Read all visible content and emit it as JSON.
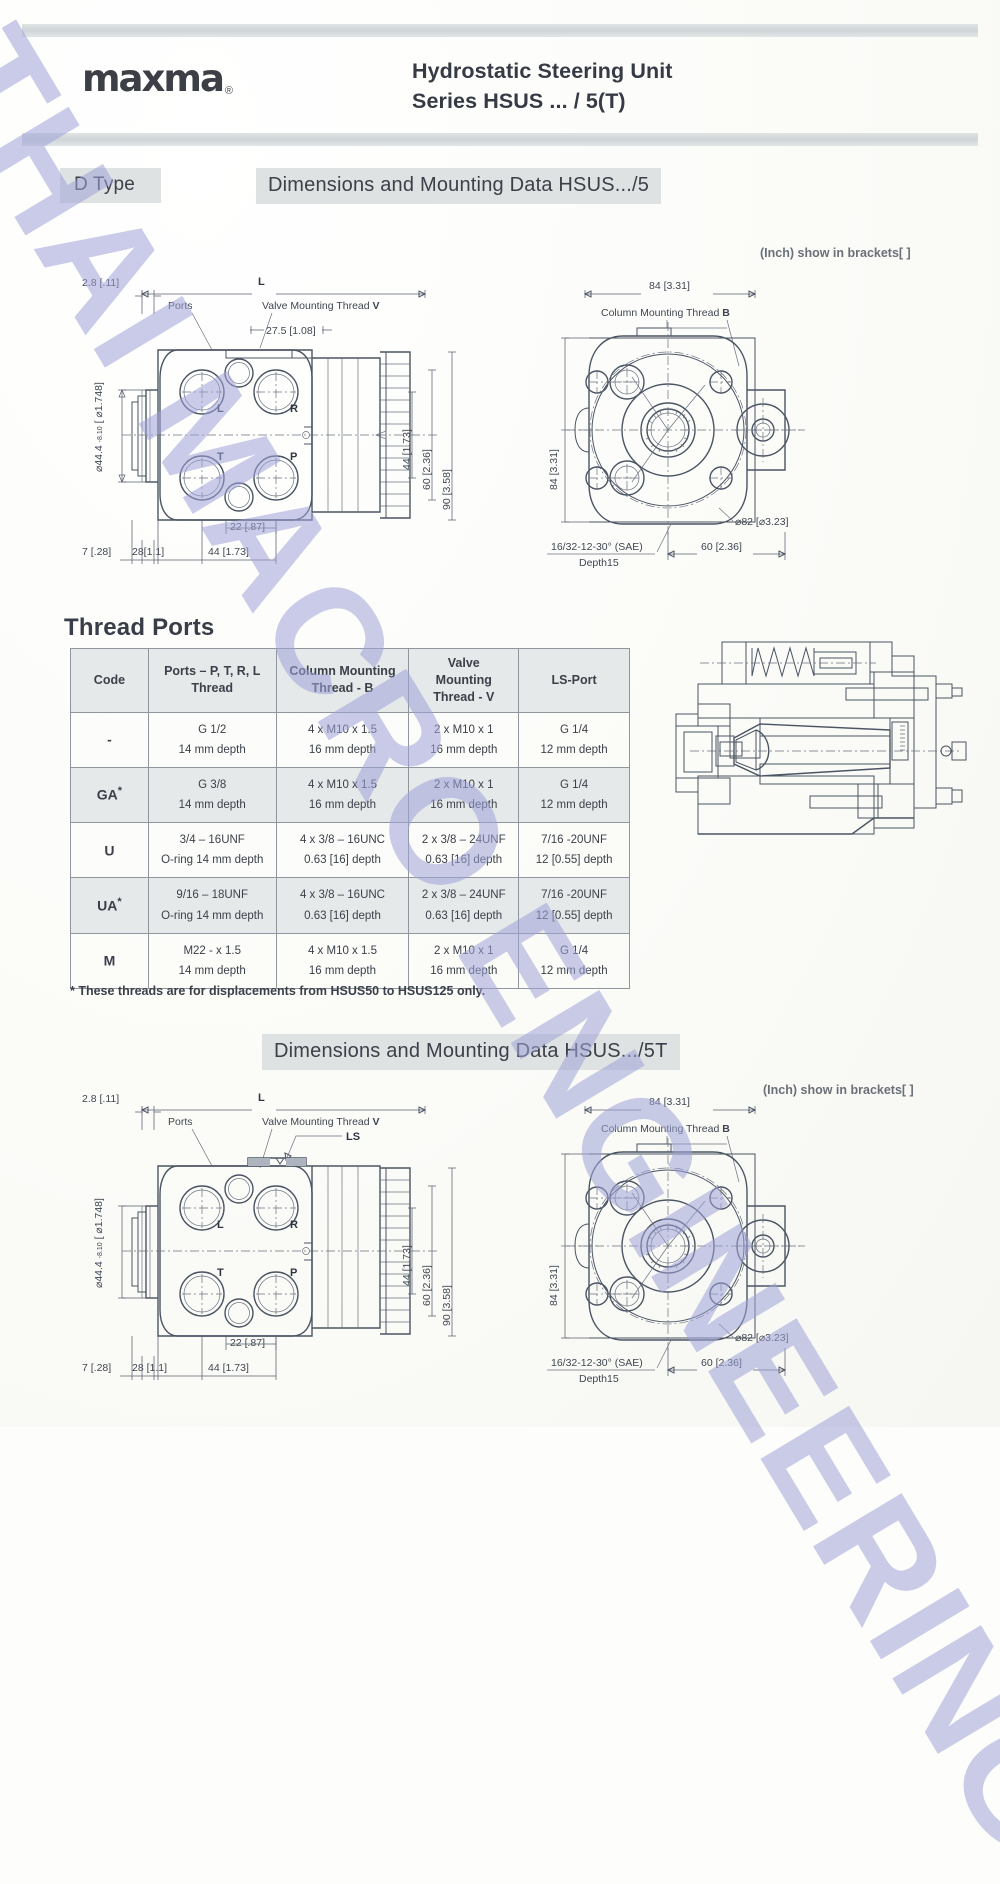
{
  "header": {
    "brand": "maxma",
    "brand_registered": "®",
    "title_line1": "Hydrostatic Steering Unit",
    "title_line2": "Series HSUS ... / 5(T)"
  },
  "section_top": {
    "type_label": "D Type",
    "title": "Dimensions and Mounting Data HSUS.../5",
    "inch_note": "(Inch) show in brackets[ ]"
  },
  "section_bottom": {
    "title": "Dimensions and Mounting Data HSUS.../5T",
    "inch_note": "(Inch) show in brackets[ ]"
  },
  "thread_ports": {
    "heading": "Thread Ports",
    "columns": [
      "Code",
      "Ports – P, T, R, L Thread",
      "Column Mounting Thread - B",
      "Valve Mounting Thread - V",
      "LS-Port"
    ],
    "columns_wrapped": [
      [
        "Code"
      ],
      [
        "Ports – P, T, R, L",
        "Thread"
      ],
      [
        "Column Mounting",
        "Thread - B"
      ],
      [
        "Valve",
        "Mounting",
        "Thread - V"
      ],
      [
        "LS-Port"
      ]
    ],
    "rows": [
      {
        "code": "-",
        "code_star": "",
        "ports_thread": [
          "G 1/2",
          "14 mm depth"
        ],
        "column_mounting": [
          "4 x M10 x 1.5",
          "16 mm depth"
        ],
        "valve_mounting": [
          "2 x M10 x 1",
          "16 mm depth"
        ],
        "ls_port": [
          "G 1/4",
          "12 mm depth"
        ]
      },
      {
        "code": "GA",
        "code_star": "*",
        "ports_thread": [
          "G 3/8",
          "14 mm depth"
        ],
        "column_mounting": [
          "4 x M10 x 1.5",
          "16 mm depth"
        ],
        "valve_mounting": [
          "2 x M10 x 1",
          "16 mm depth"
        ],
        "ls_port": [
          "G 1/4",
          "12 mm depth"
        ]
      },
      {
        "code": "U",
        "code_star": "",
        "ports_thread": [
          "3/4 – 16UNF",
          "O-ring 14 mm depth"
        ],
        "column_mounting": [
          "4 x 3/8 – 16UNC",
          "0.63 [16] depth"
        ],
        "valve_mounting": [
          "2 x 3/8 – 24UNF",
          "0.63 [16] depth"
        ],
        "ls_port": [
          "7/16 -20UNF",
          "12 [0.55] depth"
        ]
      },
      {
        "code": "UA",
        "code_star": "*",
        "ports_thread": [
          "9/16 – 18UNF",
          "O-ring 14 mm depth"
        ],
        "column_mounting": [
          "4 x 3/8 – 16UNC",
          "0.63 [16] depth"
        ],
        "valve_mounting": [
          "2 x 3/8 – 24UNF",
          "0.63 [16] depth"
        ],
        "ls_port": [
          "7/16 -20UNF",
          "12 [0.55] depth"
        ]
      },
      {
        "code": "M",
        "code_star": "",
        "ports_thread": [
          "M22 - x 1.5",
          "14 mm depth"
        ],
        "column_mounting": [
          "4 x M10 x 1.5",
          "16 mm depth"
        ],
        "valve_mounting": [
          "2 x M10 x 1",
          "16 mm depth"
        ],
        "ls_port": [
          "G 1/4",
          "12 mm depth"
        ]
      }
    ],
    "footnote": "* These threads are for displacements from HSUS50 to HSUS125 only."
  },
  "drawing_side": {
    "dim_top_left": "2.8 [.11]",
    "dim_L": "L",
    "label_ports": "Ports",
    "label_valve_thread": "Valve Mounting Thread V",
    "label_ls": "LS",
    "dim_27_5": "27.5 [1.08]",
    "dim_diameter": "⌀44.4 -8.10 [ ⌀1.748]",
    "dim_44": "44 [1.73]",
    "dim_60": "60 [2.36]",
    "dim_90": "90 [3.58]",
    "dim_22": "22 [.87]",
    "dim_7": "7 [.28]",
    "dim_28": "28[1.1]",
    "dim_44_bottom": "44 [1.73]",
    "port_L": "L",
    "port_R": "R",
    "port_T": "T",
    "port_P": "P"
  },
  "drawing_face": {
    "dim_84_top": "84 [3.31]",
    "label_column_thread": "Column Mounting Thread B",
    "dim_84_left": "84 [3.31]",
    "dim_82": "⌀82 [⌀3.23]",
    "label_sae": "16/32-12-30° (SAE)",
    "label_depth": "Depth15",
    "dim_60": "60 [2.36]"
  },
  "colors": {
    "bar": "#d5dadc",
    "section_bg": "#dfe2e3",
    "table_header_bg": "#e6e9ea",
    "ink": "#3b404a",
    "drawing_line": "#4b5563",
    "watermark": "#9fa3d8"
  },
  "watermark": {
    "text": "THAI MACRO ENGINEERING"
  }
}
